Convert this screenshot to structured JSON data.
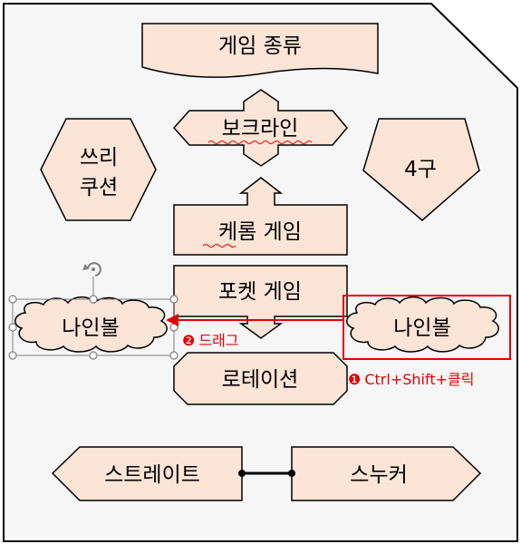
{
  "colors": {
    "canvas_bg": "#f6f6f6",
    "shape_fill": "#fce4d6",
    "shape_stroke": "#000000",
    "annotation_red": "#e50000",
    "handle_gray": "#7f7f7f"
  },
  "shapes": {
    "title": "게임 종류",
    "boklaine": "보크라인",
    "three_cushion": [
      "쓰리",
      "쿠션"
    ],
    "four_ball": "4구",
    "carom": "케롬 게임",
    "pocket": "포켓 게임",
    "nine_ball_selected": "나인볼",
    "nine_ball_target": "나인볼",
    "rotation": "로테이션",
    "straight": "스트레이트",
    "snooker": "스누커"
  },
  "annotations": {
    "drag_marker": "❷",
    "drag_label": "드래그",
    "click_marker": "❶",
    "click_label": "Ctrl+Shift+클릭"
  }
}
